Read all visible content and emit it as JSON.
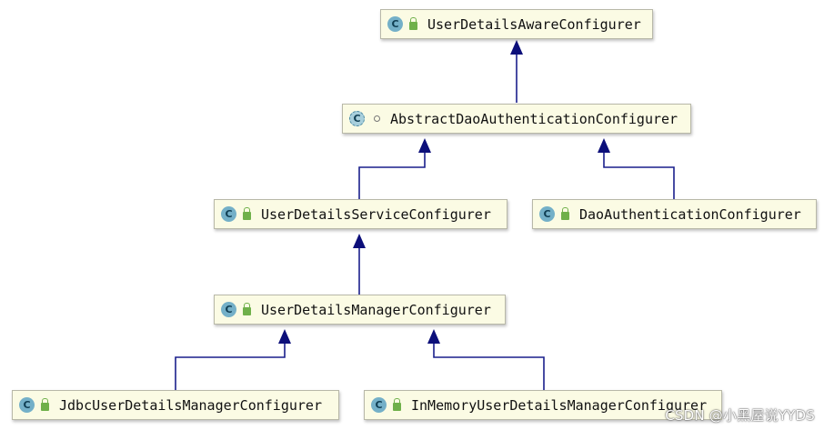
{
  "diagram": {
    "line_color": "#1a1f8c",
    "nodes": [
      {
        "id": "n1",
        "label": "UserDetailsAwareConfigurer",
        "icon": "class-icon",
        "modifier": "lock-icon"
      },
      {
        "id": "n2",
        "label": "AbstractDaoAuthenticationConfigurer",
        "icon": "abstract-class-icon",
        "modifier": "dot-icon"
      },
      {
        "id": "n3",
        "label": "UserDetailsServiceConfigurer",
        "icon": "class-icon",
        "modifier": "lock-icon"
      },
      {
        "id": "n4",
        "label": "DaoAuthenticationConfigurer",
        "icon": "class-icon",
        "modifier": "lock-icon"
      },
      {
        "id": "n5",
        "label": "UserDetailsManagerConfigurer",
        "icon": "class-icon",
        "modifier": "lock-icon"
      },
      {
        "id": "n6",
        "label": "JdbcUserDetailsManagerConfigurer",
        "icon": "class-icon",
        "modifier": "lock-icon"
      },
      {
        "id": "n7",
        "label": "InMemoryUserDetailsManagerConfigurer",
        "icon": "class-icon",
        "modifier": "lock-icon"
      }
    ],
    "edges": [
      {
        "from": "n2",
        "to": "n1",
        "relation": "extends"
      },
      {
        "from": "n3",
        "to": "n2",
        "relation": "extends"
      },
      {
        "from": "n4",
        "to": "n2",
        "relation": "extends"
      },
      {
        "from": "n5",
        "to": "n3",
        "relation": "extends"
      },
      {
        "from": "n6",
        "to": "n5",
        "relation": "extends"
      },
      {
        "from": "n7",
        "to": "n5",
        "relation": "extends"
      }
    ],
    "class_icon_glyph": "C"
  },
  "watermark": "CSDN @小黑屋说YYDS"
}
